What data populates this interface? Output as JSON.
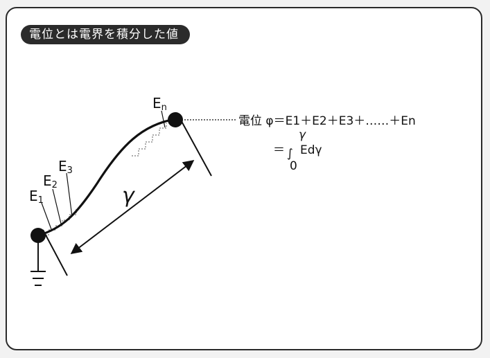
{
  "title": "電位とは電界を積分した値",
  "labels": {
    "e1_base": "E",
    "e1_sub": "1",
    "e2_base": "E",
    "e2_sub": "2",
    "e3_base": "E",
    "e3_sub": "3",
    "en_base": "E",
    "en_sub": "n",
    "distance": "γ"
  },
  "formula": {
    "line1": "電位 φ＝E1＋E2＋E3＋……＋En",
    "line2_prefix": "＝",
    "integral_sign": "∫",
    "upper_limit": "γ",
    "lower_limit": "0",
    "integrand": "Edγ"
  },
  "colors": {
    "ink": "#111111",
    "badge_bg": "#2b2b2b",
    "badge_text": "#ffffff",
    "step": "#777777"
  },
  "icons": {
    "ground": "ground-symbol-icon"
  }
}
